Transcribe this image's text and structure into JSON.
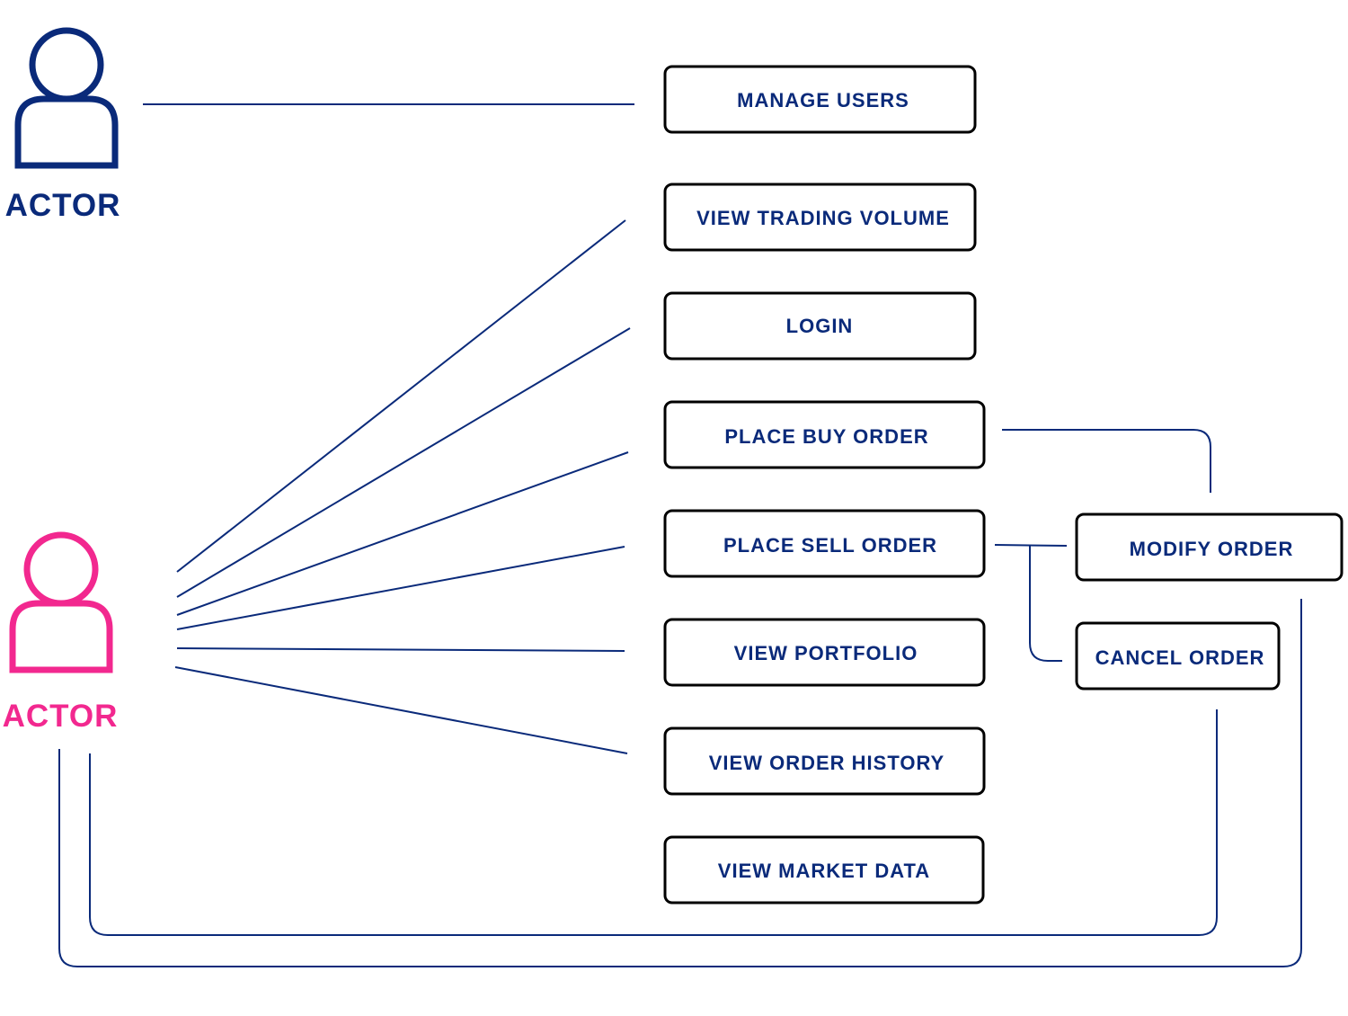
{
  "colors": {
    "navy": "#0a2a7a",
    "pink": "#f2288f",
    "box_border": "#000000",
    "background": "#ffffff"
  },
  "actors": {
    "admin": {
      "label": "ACTOR",
      "icon": "person-icon"
    },
    "trader": {
      "label": "ACTOR",
      "icon": "person-icon"
    }
  },
  "use_cases": {
    "manage_users": "MANAGE USERS",
    "view_trading_volume": "VIEW TRADING VOLUME",
    "login": "LOGIN",
    "place_buy_order": "PLACE BUY ORDER",
    "place_sell_order": "PLACE SELL ORDER",
    "view_portfolio": "VIEW PORTFOLIO",
    "view_order_history": "VIEW ORDER HISTORY",
    "view_market_data": "VIEW MARKET DATA",
    "modify_order": "MODIFY ORDER",
    "cancel_order": "CANCEL ORDER"
  },
  "associations": [
    {
      "from": "admin",
      "to": "manage_users"
    },
    {
      "from": "trader",
      "to": "view_trading_volume"
    },
    {
      "from": "trader",
      "to": "login"
    },
    {
      "from": "trader",
      "to": "place_buy_order"
    },
    {
      "from": "trader",
      "to": "place_sell_order"
    },
    {
      "from": "trader",
      "to": "view_portfolio"
    },
    {
      "from": "trader",
      "to": "view_order_history"
    },
    {
      "from": "place_buy_order",
      "to": "modify_order"
    },
    {
      "from": "place_sell_order",
      "to": "modify_order"
    },
    {
      "from": "place_sell_order",
      "to": "cancel_order"
    },
    {
      "from": "trader",
      "to": "cancel_order"
    },
    {
      "from": "trader",
      "to": "modify_order"
    }
  ]
}
